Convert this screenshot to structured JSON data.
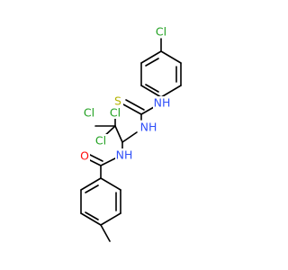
{
  "molecule": {
    "atoms": [
      {
        "id": "Cl_top",
        "label": "Cl",
        "color": "#1fa01f"
      },
      {
        "id": "S",
        "label": "S",
        "color": "#b3b300"
      },
      {
        "id": "NH_thio",
        "label": "NH",
        "color": "#3050f8"
      },
      {
        "id": "NH_mid",
        "label": "NH",
        "color": "#3050f8"
      },
      {
        "id": "Cl_a",
        "label": "Cl",
        "color": "#1fa01f"
      },
      {
        "id": "Cl_b",
        "label": "Cl",
        "color": "#1fa01f"
      },
      {
        "id": "Cl_c",
        "label": "Cl",
        "color": "#1fa01f"
      },
      {
        "id": "O",
        "label": "O",
        "color": "#ff0d0d"
      },
      {
        "id": "NH_amide",
        "label": "NH",
        "color": "#3050f8"
      }
    ]
  }
}
